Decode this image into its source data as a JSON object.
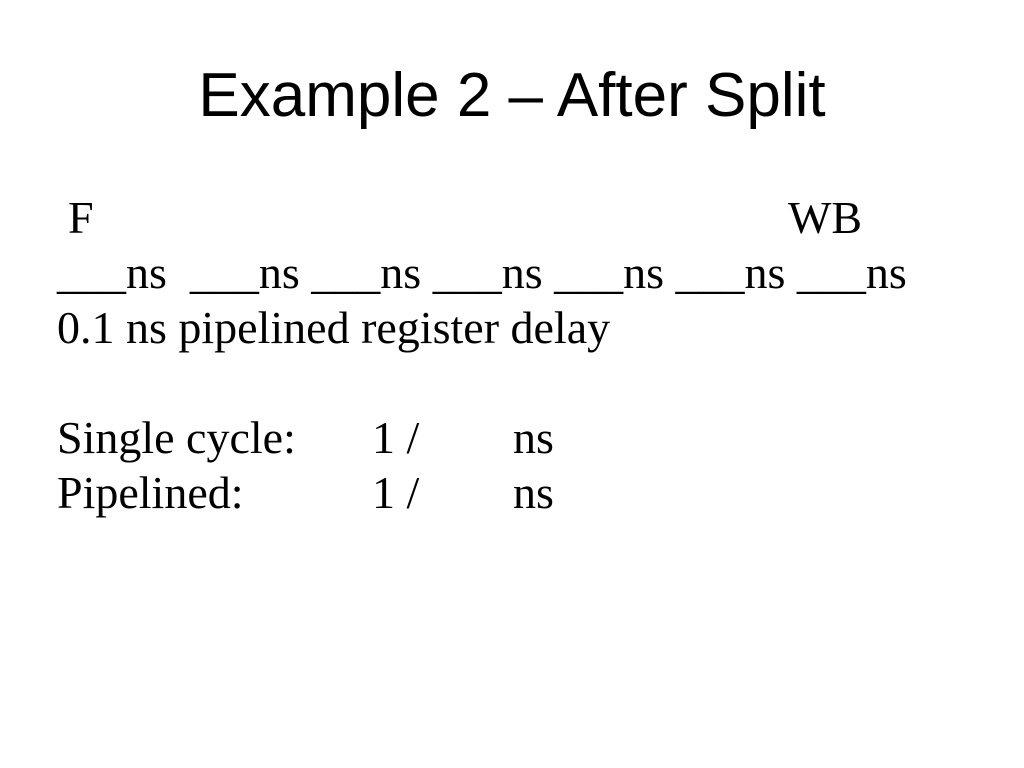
{
  "slide": {
    "title": "Example 2 – After Split",
    "colors": {
      "background": "#ffffff",
      "text": "#000000"
    },
    "body": {
      "stage_line": {
        "left_label": "F",
        "right_label": "WB"
      },
      "ns_blanks_line": "___ns  ___ns ___ns ___ns ___ns ___ns ___ns",
      "register_delay_line": "0.1 ns pipelined register delay",
      "single_cycle": {
        "label": "Single cycle:",
        "value": "1 /",
        "unit": "ns"
      },
      "pipelined": {
        "label": "Pipelined:",
        "value": "1 /",
        "unit": "ns"
      }
    }
  }
}
